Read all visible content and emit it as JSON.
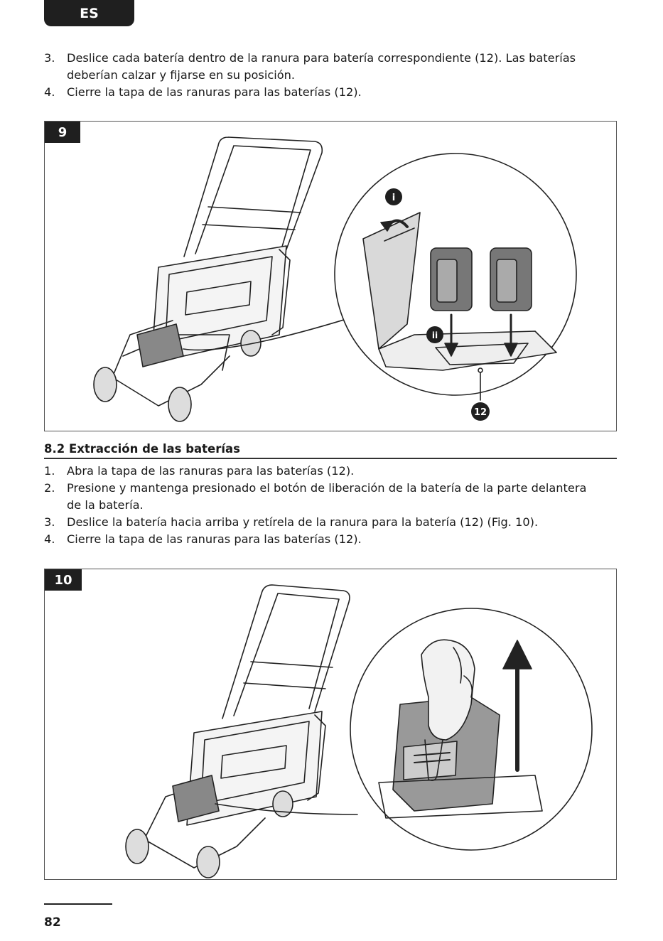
{
  "header": {
    "language": "ES"
  },
  "steps_top": [
    {
      "num": "3.",
      "text": "Deslice cada batería dentro de la ranura para batería correspondiente (12). Las baterías deberían calzar y fijarse en su posición."
    },
    {
      "num": "4.",
      "text": "Cierre la tapa de las ranuras para las baterías (12)."
    }
  ],
  "figure_9": {
    "label": "9",
    "callouts": [
      "i",
      "ii"
    ],
    "part_number": "12"
  },
  "section": {
    "heading": "8.2 Extracción de las baterías",
    "steps": [
      {
        "num": "1.",
        "text": "Abra la tapa de las ranuras para las baterías (12)."
      },
      {
        "num": "2.",
        "text": "Presione y mantenga presionado el botón de liberación de la batería de la parte delantera de la batería."
      },
      {
        "num": "3.",
        "text": "Deslice la batería hacia arriba y retírela de la ranura para la batería (12) (Fig. 10)."
      },
      {
        "num": "4.",
        "text": "Cierre la tapa de las ranuras para las baterías (12)."
      }
    ]
  },
  "figure_10": {
    "label": "10"
  },
  "footer": {
    "page_number": "82"
  }
}
